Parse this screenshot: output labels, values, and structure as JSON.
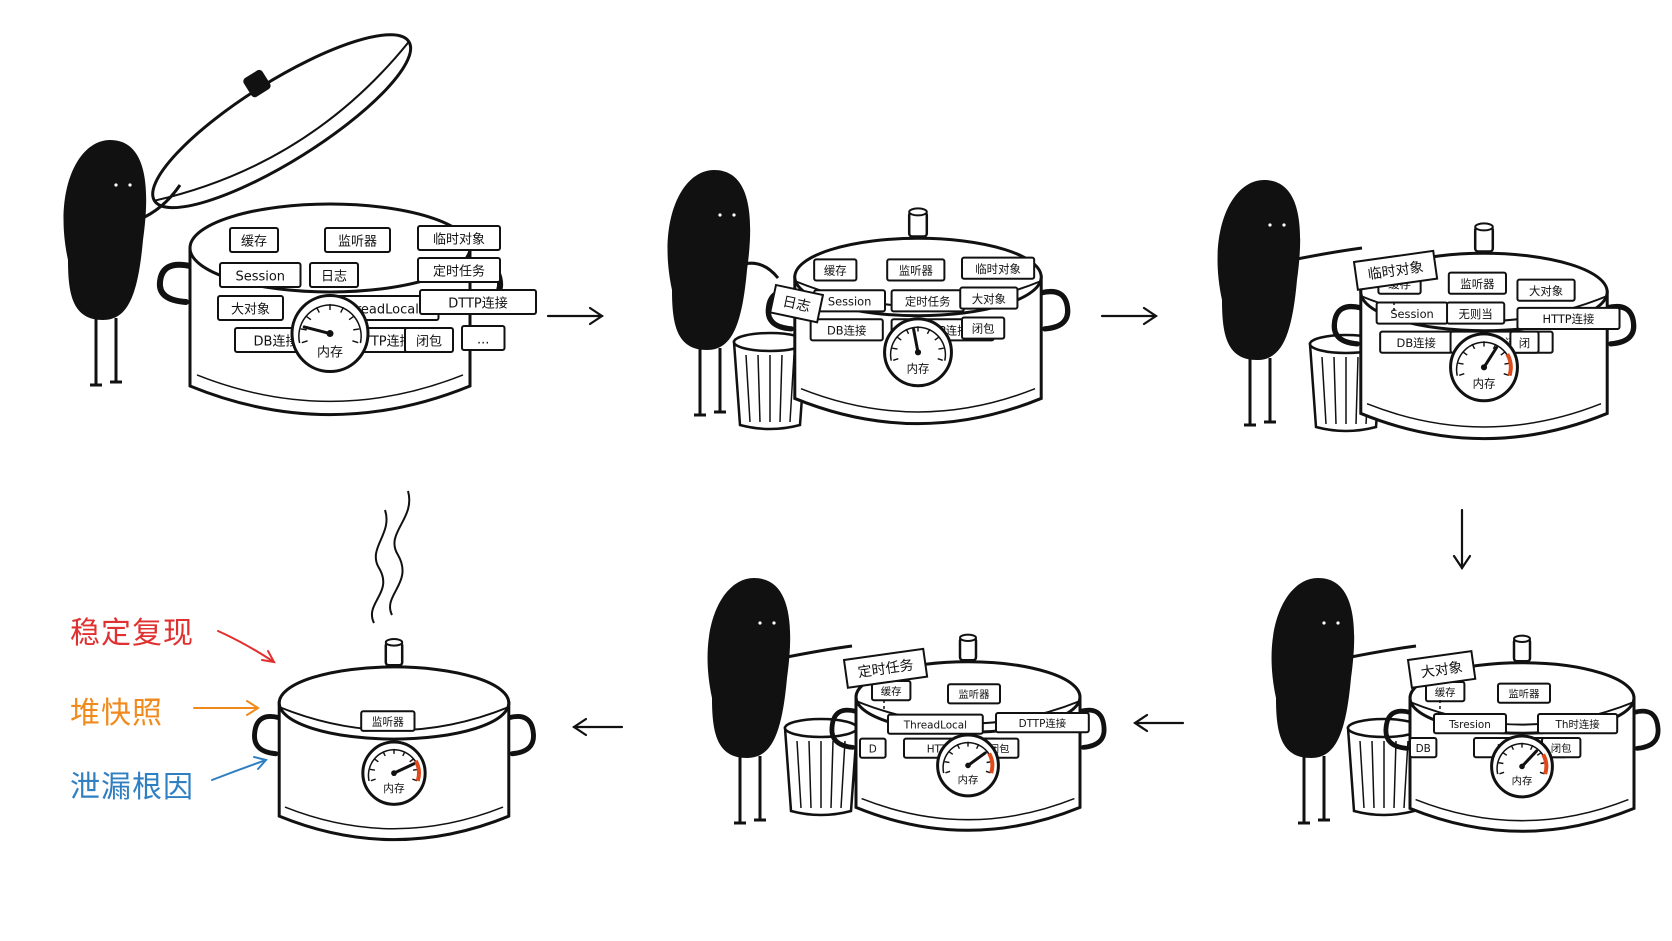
{
  "panels": [
    {
      "id": "panel-1",
      "lid_open": true,
      "held_item": "",
      "gauge_level": 0.15,
      "gauge_label": "内存",
      "items": [
        "缓存",
        "监听器",
        "临时对象",
        "Session",
        "日志",
        "定时任务",
        "大对象",
        "ThreadLocal",
        "DTTP连接",
        "DB连接",
        "HTTP连接",
        "闭包",
        "..."
      ]
    },
    {
      "id": "panel-2",
      "lid_open": false,
      "held_item": "日志",
      "gauge_level": 0.45,
      "gauge_label": "内存",
      "items": [
        "缓存",
        "监听器",
        "临时对象",
        "Session",
        "定时任务",
        "大对象",
        "DB连接",
        "HTTP连接",
        "闭包"
      ]
    },
    {
      "id": "panel-3",
      "lid_open": false,
      "held_item": "临时对象",
      "gauge_level": 0.65,
      "gauge_label": "内存",
      "items": [
        "缓存",
        "监听器",
        "大对象",
        "Session",
        "无则当",
        "HTTP连接",
        "DB连接",
        "HTTP连接",
        "闭"
      ]
    },
    {
      "id": "panel-4",
      "lid_open": false,
      "held_item": "大对象",
      "gauge_level": 0.7,
      "gauge_label": "内存",
      "items": [
        "缓存",
        "监听器",
        "Tsresion",
        "Th时连接",
        "DB",
        "HTTP连接",
        "闭包"
      ]
    },
    {
      "id": "panel-5",
      "lid_open": false,
      "held_item": "定时任务",
      "gauge_level": 0.75,
      "gauge_label": "内存",
      "items": [
        "缓存",
        "监听器",
        "ThreadLocal",
        "DTTP连接",
        "D",
        "HTTP连接",
        "闭包"
      ]
    },
    {
      "id": "panel-6",
      "lid_open": false,
      "held_item": "",
      "gauge_level": 0.8,
      "gauge_label": "内存",
      "items": [
        "监听器"
      ]
    }
  ],
  "labels": {
    "stable_reproduce": "稳定复现",
    "heap_snapshot": "堆快照",
    "leak_root_cause": "泄漏根因"
  },
  "colors": {
    "ink": "#111111",
    "stable_reproduce": "#e03030",
    "heap_snapshot": "#f08a1c",
    "leak_root_cause": "#2f7fc1",
    "gauge_danger": "#e04a1a"
  },
  "icons": [
    "arrow-right-icon",
    "arrow-down-icon",
    "arrow-left-icon",
    "trash-can-icon",
    "pressure-gauge-icon",
    "steam-icon"
  ]
}
